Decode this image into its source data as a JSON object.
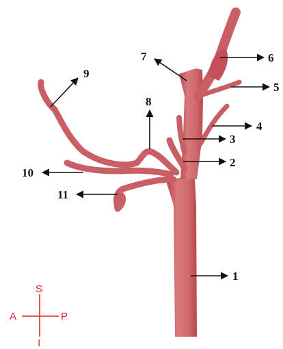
{
  "vessel_color": "#d06a6e",
  "vessel_shadow": "#b8474d",
  "label_color": "#111111",
  "compass_color": "#e0242c",
  "labels": [
    "1",
    "2",
    "3",
    "4",
    "5",
    "6",
    "7",
    "8",
    "9",
    "10",
    "11"
  ],
  "compass": {
    "superior": "S",
    "inferior": "I",
    "anterior": "A",
    "posterior": "P"
  }
}
